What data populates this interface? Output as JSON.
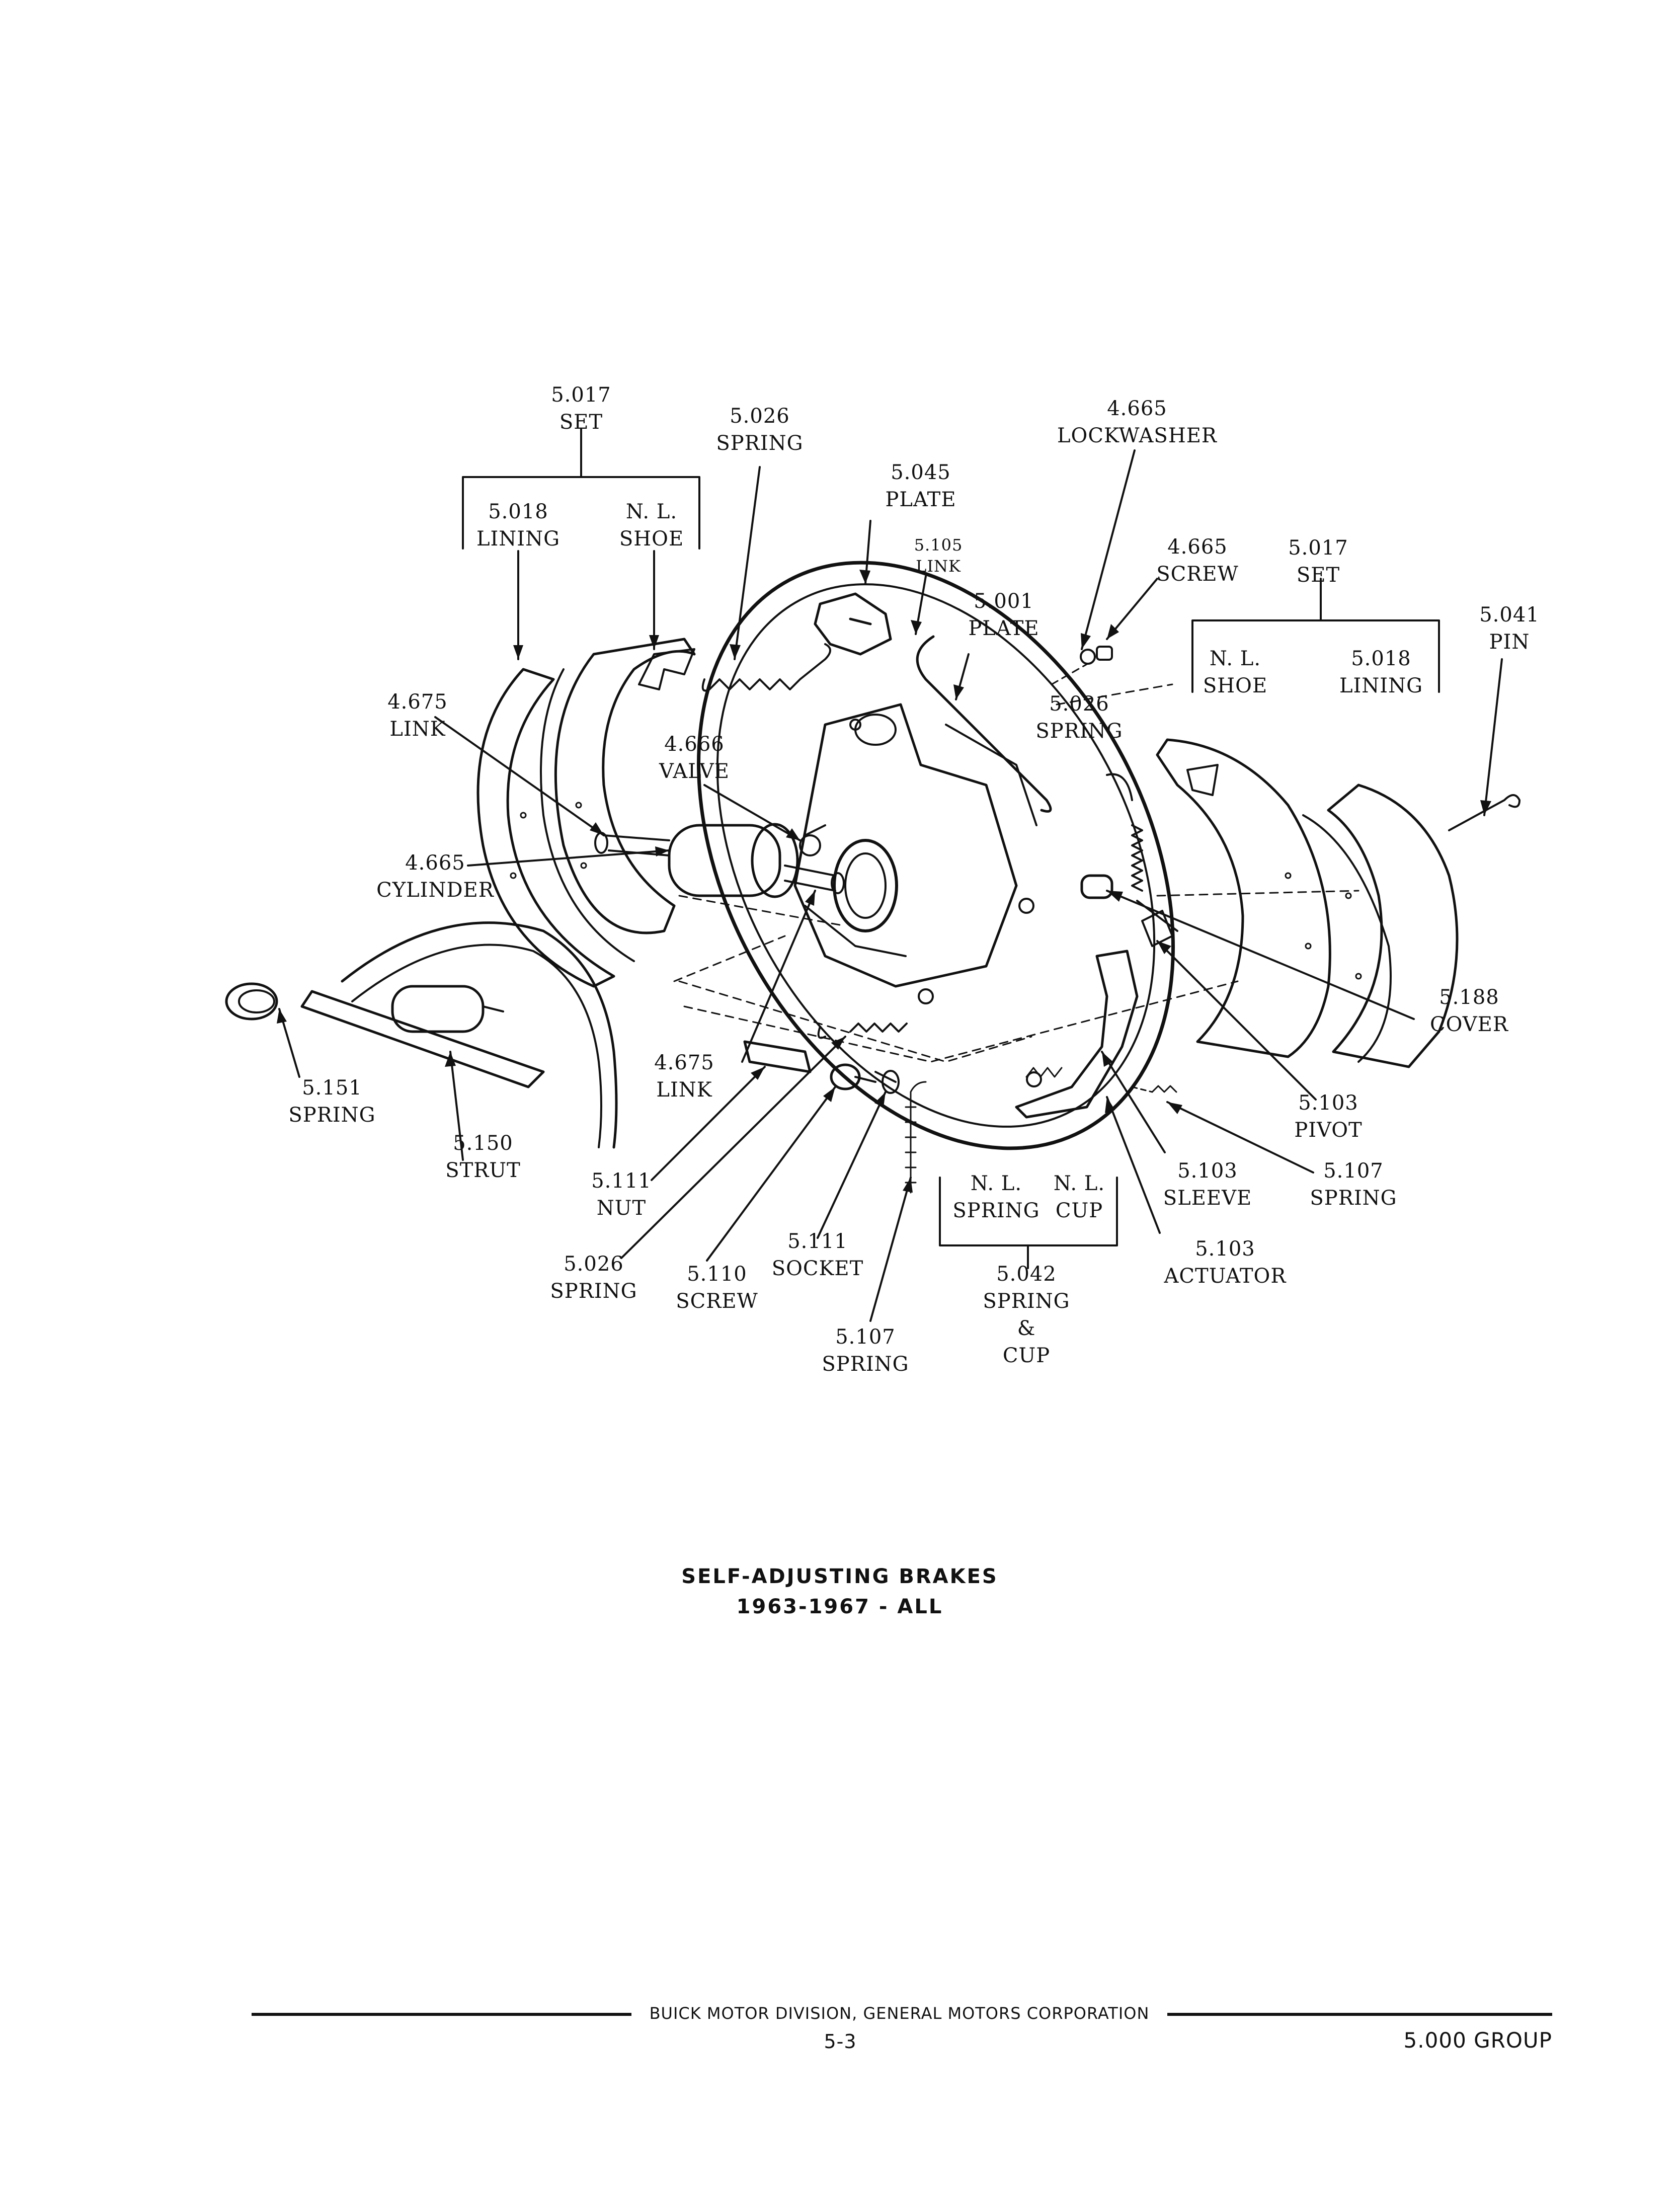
{
  "callouts": [
    {
      "id": "set-left",
      "number": "5.017",
      "name": "SET"
    },
    {
      "id": "spring-top",
      "number": "5.026",
      "name": "SPRING"
    },
    {
      "id": "lockwasher",
      "number": "4.665",
      "name": "LOCKWASHER"
    },
    {
      "id": "plate-5045",
      "number": "5.045",
      "name": "PLATE"
    },
    {
      "id": "lining-left",
      "number": "5.018",
      "name": "LINING"
    },
    {
      "id": "shoe-left",
      "number": "N. L.",
      "name": "SHOE"
    },
    {
      "id": "link-5105",
      "number": "5.105",
      "name": "LINK"
    },
    {
      "id": "screw-4665",
      "number": "4.665",
      "name": "SCREW"
    },
    {
      "id": "set-right",
      "number": "5.017",
      "name": "SET"
    },
    {
      "id": "plate-5001",
      "number": "5.001",
      "name": "PLATE"
    },
    {
      "id": "pin",
      "number": "5.041",
      "name": "PIN"
    },
    {
      "id": "shoe-right",
      "number": "N. L.",
      "name": "SHOE"
    },
    {
      "id": "lining-right",
      "number": "5.018",
      "name": "LINING"
    },
    {
      "id": "link-4675-top",
      "number": "4.675",
      "name": "LINK"
    },
    {
      "id": "spring-right",
      "number": "5.026",
      "name": "SPRING"
    },
    {
      "id": "valve",
      "number": "4.666",
      "name": "VALVE"
    },
    {
      "id": "cylinder",
      "number": "4.665",
      "name": "CYLINDER"
    },
    {
      "id": "cover",
      "number": "5.188",
      "name": "COVER"
    },
    {
      "id": "spring-5151",
      "number": "5.151",
      "name": "SPRING"
    },
    {
      "id": "link-4675-bottom",
      "number": "4.675",
      "name": "LINK"
    },
    {
      "id": "pivot",
      "number": "5.103",
      "name": "PIVOT"
    },
    {
      "id": "strut",
      "number": "5.150",
      "name": "STRUT"
    },
    {
      "id": "sleeve",
      "number": "5.103",
      "name": "SLEEVE"
    },
    {
      "id": "spring-5107-right",
      "number": "5.107",
      "name": "SPRING"
    },
    {
      "id": "nut",
      "number": "5.111",
      "name": "NUT"
    },
    {
      "id": "nl-spring",
      "number": "N. L.",
      "name": "SPRING"
    },
    {
      "id": "nl-cup",
      "number": "N. L.",
      "name": "CUP"
    },
    {
      "id": "socket",
      "number": "5.111",
      "name": "SOCKET"
    },
    {
      "id": "actuator",
      "number": "5.103",
      "name": "ACTUATOR"
    },
    {
      "id": "spring-5026-bottom",
      "number": "5.026",
      "name": "SPRING"
    },
    {
      "id": "screw-5110",
      "number": "5.110",
      "name": "SCREW"
    },
    {
      "id": "spring-cup",
      "number": "5.042",
      "name": "SPRING",
      "name2": "&",
      "name3": "CUP"
    },
    {
      "id": "spring-5107-bottom",
      "number": "5.107",
      "name": "SPRING"
    }
  ],
  "caption": {
    "title": "SELF-ADJUSTING BRAKES",
    "subtitle": "1963-1967 - ALL"
  },
  "footer": {
    "company": "BUICK MOTOR DIVISION, GENERAL MOTORS CORPORATION",
    "page": "5-3",
    "group": "5.000 GROUP"
  }
}
